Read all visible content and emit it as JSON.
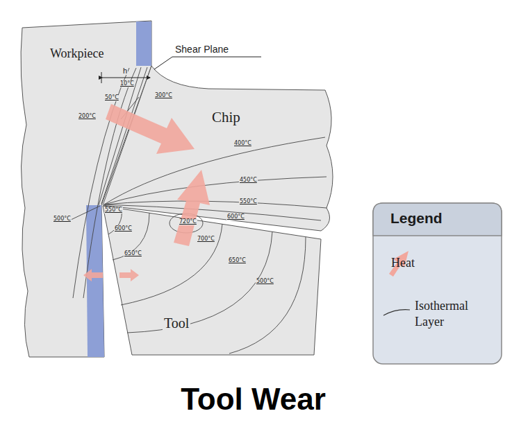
{
  "diagram": {
    "caption": "Tool Wear",
    "nodes": [
      {
        "text": [
          "Workpiece"
        ]
      },
      {
        "text": [
          "Chip"
        ]
      },
      {
        "text": [
          "Tool"
        ]
      }
    ],
    "labels": [
      "Shear Plane",
      "h",
      "10°C",
      "50°C",
      "300°C",
      "200°C",
      "400°C",
      "450°C",
      "550°C",
      "600°C",
      "500°C",
      "550°C",
      "600°C",
      "650°C",
      "720°C",
      "700°C",
      "650°C",
      "500°C",
      "Legend"
    ],
    "legend": [
      {
        "text": "Heat"
      },
      {
        "text": "Isothermal Layer"
      }
    ]
  }
}
